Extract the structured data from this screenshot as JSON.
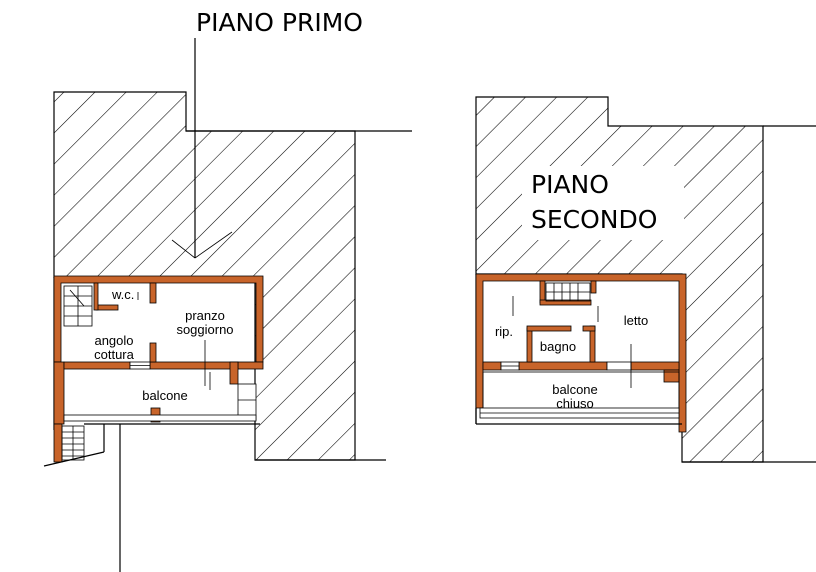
{
  "titles": {
    "piano_primo": "PIANO PRIMO",
    "piano_secondo_line1": "PIANO",
    "piano_secondo_line2": "SECONDO"
  },
  "rooms_primo": {
    "wc": "w.c.",
    "pranzo": "pranzo",
    "soggiorno": "soggiorno",
    "angolo": "angolo",
    "cottura": "cottura",
    "balcone": "balcone"
  },
  "rooms_secondo": {
    "rip": "rip.",
    "letto": "letto",
    "bagno": "bagno",
    "balcone": "balcone",
    "chiuso": "chiuso"
  },
  "colors": {
    "wall": "#c8642a",
    "line": "#000000",
    "background": "#ffffff"
  }
}
